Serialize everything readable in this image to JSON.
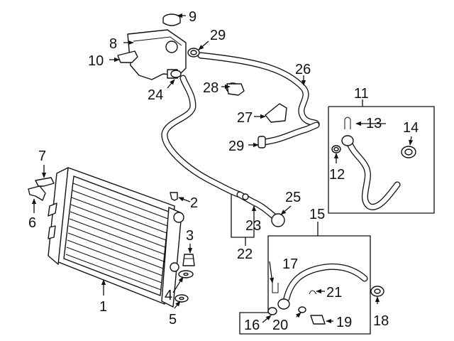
{
  "callouts": [
    "1",
    "2",
    "3",
    "4",
    "5",
    "6",
    "7",
    "8",
    "9",
    "10",
    "11",
    "12",
    "13",
    "14",
    "15",
    "16",
    "17",
    "18",
    "19",
    "20",
    "21",
    "22",
    "23",
    "24",
    "25",
    "26",
    "27",
    "28",
    "29",
    "29"
  ]
}
